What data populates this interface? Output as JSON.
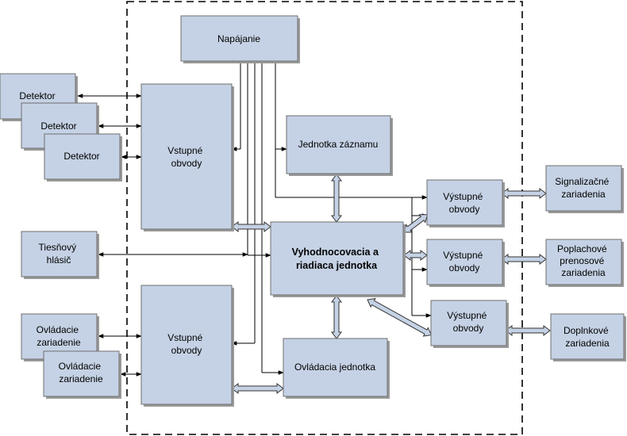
{
  "blocks": {
    "power": "Napájanie",
    "detector_1": "Detektor",
    "detector_2": "Detektor",
    "detector_3": "Detektor",
    "input_upper": [
      "Vstupné",
      "obvody"
    ],
    "recording_unit": "Jednotka záznamu",
    "panic_button": [
      "Tiesňový",
      "hlásič"
    ],
    "evaluation_unit": [
      "Vyhodnocovacia a",
      "riadiaca jednotka"
    ],
    "control_device_1": [
      "Ovládacie",
      "zariadenie"
    ],
    "control_device_2": [
      "Ovládacie",
      "zariadenie"
    ],
    "input_lower": [
      "Vstupné",
      "obvody"
    ],
    "control_unit": "Ovládacia jednotka",
    "output_1": [
      "Výstupné",
      "obvody"
    ],
    "output_2": [
      "Výstupné",
      "obvody"
    ],
    "output_3": [
      "Výstupné",
      "obvody"
    ],
    "signaling": [
      "Signalizačné",
      "zariadenia"
    ],
    "alarm_transmission": [
      "Poplachové",
      "prenosové",
      "zariadenia"
    ],
    "additional": [
      "Doplnkové",
      "zariadenia"
    ]
  },
  "colors": {
    "block_fill": "#c5d2e5",
    "block_border": "#6f6f6f",
    "line": "#000000"
  }
}
